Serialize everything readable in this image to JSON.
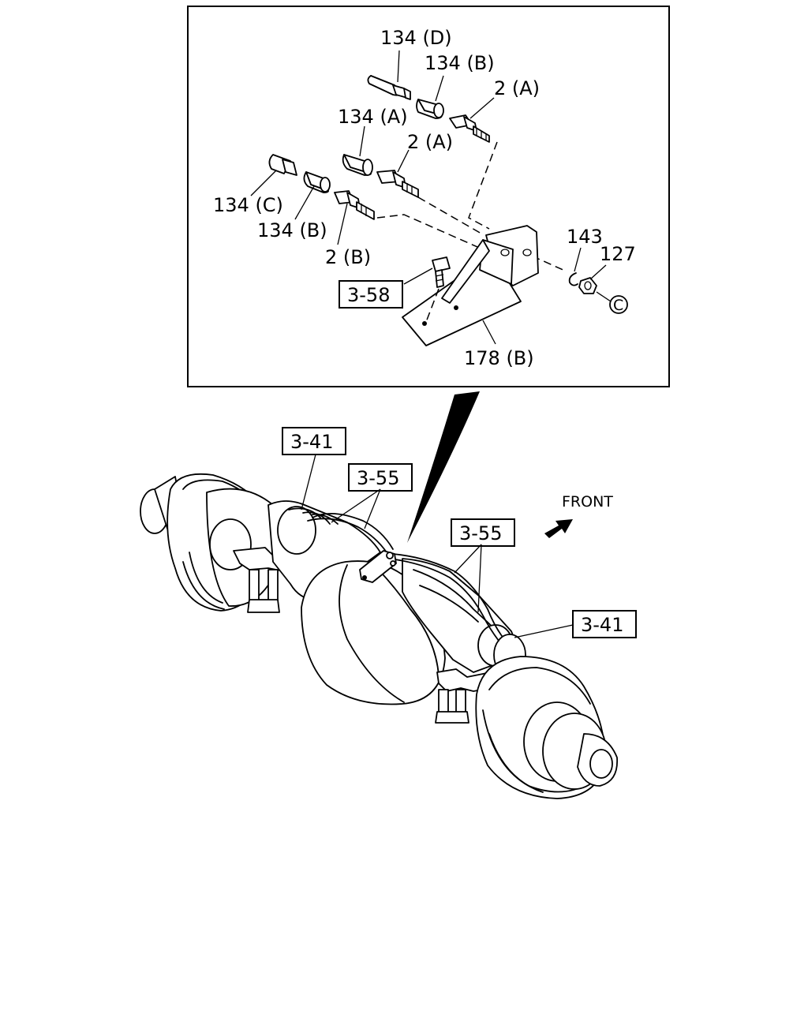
{
  "detail_labels": {
    "p134d": "134 (D)",
    "p134b_top": "134 (B)",
    "p2a_top": "2 (A)",
    "p134a": "134 (A)",
    "p2a_mid": "2 (A)",
    "p134c": "134 (C)",
    "p134b_low": "134 (B)",
    "p2b": "2 (B)",
    "p143": "143",
    "p127": "127",
    "circle_c": "C",
    "p178b": "178 (B)"
  },
  "ref_boxes": {
    "r358": "3-58",
    "r341_left": "3-41",
    "r355_left": "3-55",
    "r355_right": "3-55",
    "r341_right": "3-41"
  },
  "front_label": "FRONT"
}
